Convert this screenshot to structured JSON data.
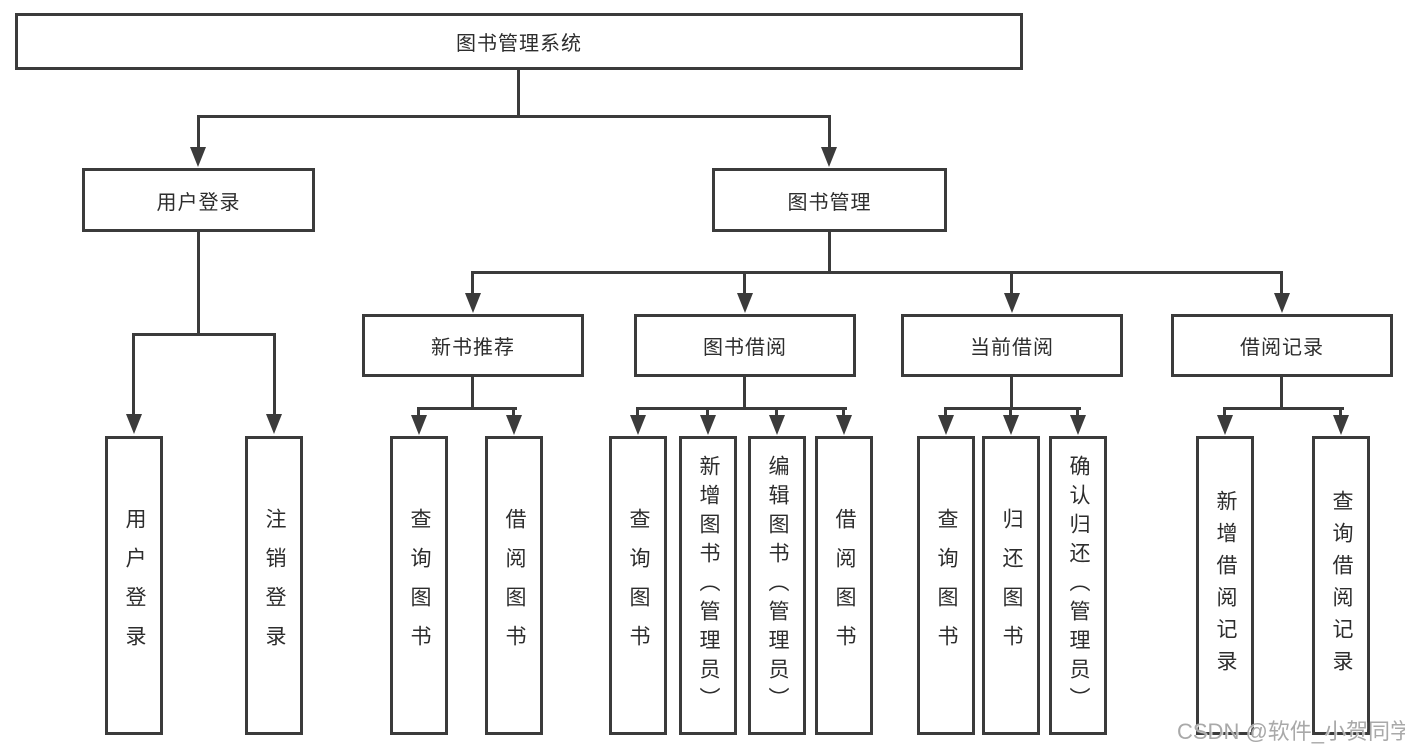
{
  "diagram": {
    "root": "图书管理系统",
    "branches": [
      {
        "label": "用户登录",
        "leaves": [
          "用户登录",
          "注销登录"
        ]
      },
      {
        "label": "图书管理",
        "groups": [
          {
            "label": "新书推荐",
            "leaves": [
              "查询图书",
              "借阅图书"
            ]
          },
          {
            "label": "图书借阅",
            "leaves": [
              "查询图书",
              "新增图书（管理员）",
              "编辑图书（管理员）",
              "借阅图书"
            ]
          },
          {
            "label": "当前借阅",
            "leaves": [
              "查询图书",
              "归还图书",
              "确认归还（管理员）"
            ]
          },
          {
            "label": "借阅记录",
            "leaves": [
              "新增借阅记录",
              "查询借阅记录"
            ]
          }
        ]
      }
    ]
  },
  "watermark": "CSDN @软件_小贺同学",
  "colors": {
    "line": "#3b3b3b",
    "text": "#2d2d2d",
    "background": "#ffffff",
    "watermark": "#a9a9a9"
  }
}
